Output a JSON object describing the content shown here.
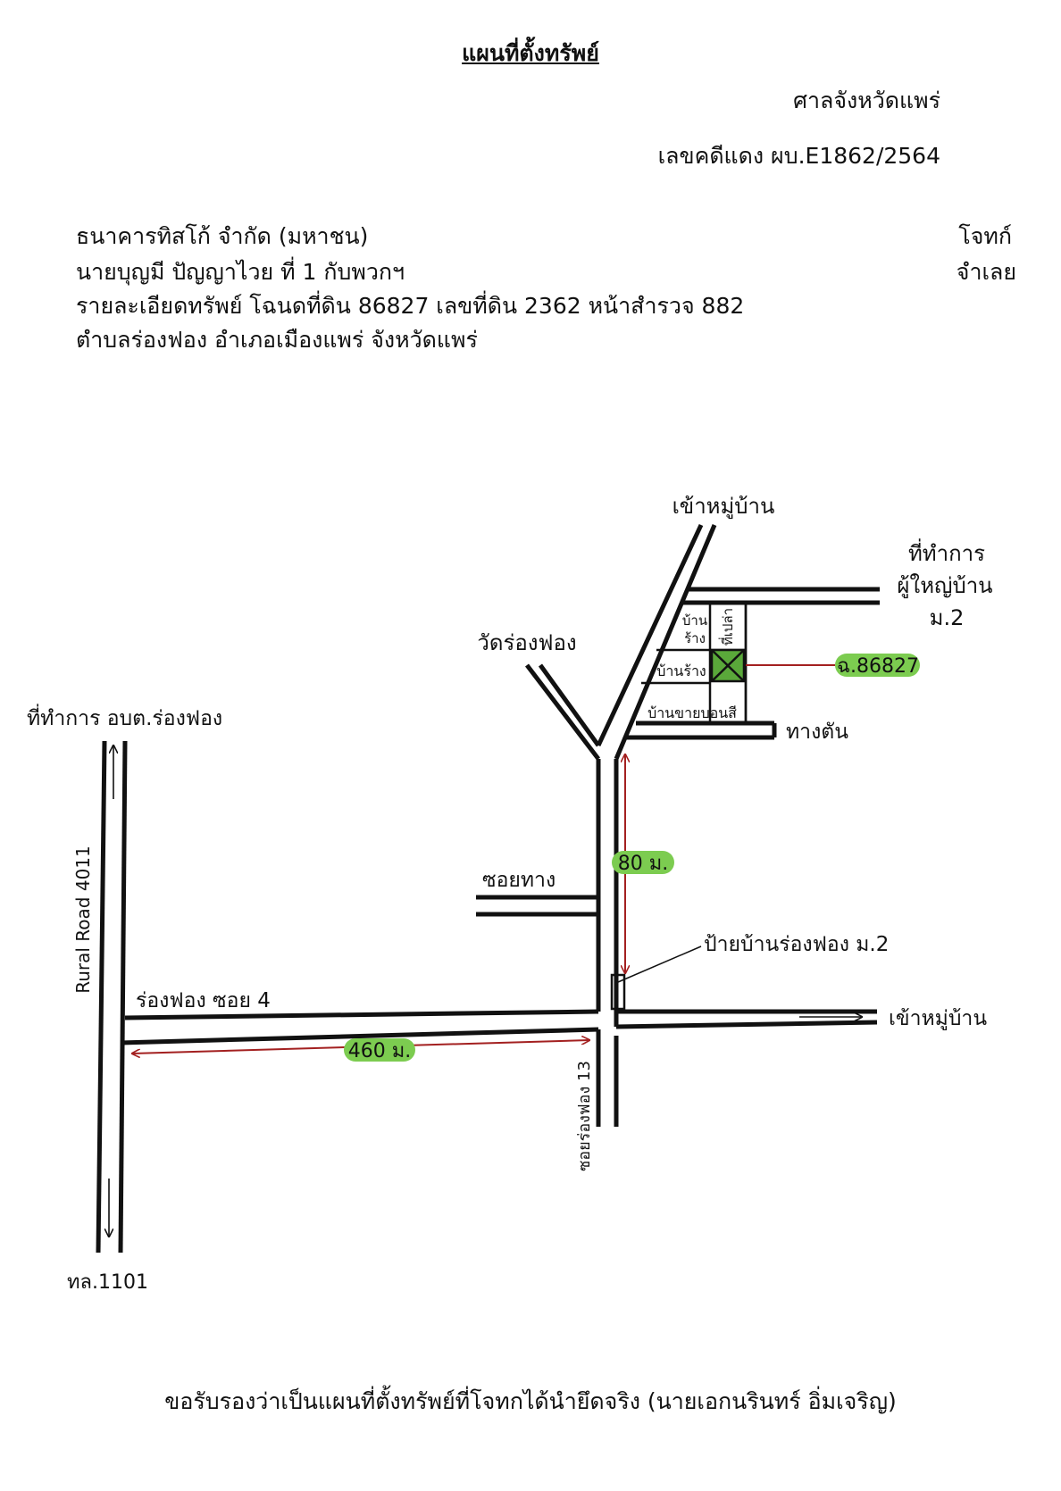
{
  "header": {
    "title": "แผนที่ตั้งทรัพย์",
    "court": "ศาลจังหวัดแพร่",
    "case_number": "เลขคดีแดง ผบ.E1862/2564"
  },
  "parties": {
    "plaintiff_name": "ธนาคารทิสโก้ จำกัด (มหาชน)",
    "plaintiff_role": "โจทก์",
    "defendant_name": "นายบุญมี ปัญญาไวย ที่ 1 กับพวกฯ",
    "defendant_role": "จำเลย",
    "property_detail": "รายละเอียดทรัพย์ โฉนดที่ดิน 86827 เลขที่ดิน 2362 หน้าสำรวจ 882",
    "location": "ตำบลร่องฟอง อำเภอเมืองแพร่ จังหวัดแพร่"
  },
  "map": {
    "to_village_north": "เข้าหมู่บ้าน",
    "headman_office_1": "ที่ทำการ",
    "headman_office_2": "ผู้ใหญ่บ้าน",
    "headman_office_3": "ม.2",
    "temple": "วัดร่องฟอง",
    "house_abandoned_1": "บ้าน",
    "house_abandoned_2": "ร้าง",
    "vacant_land": "ที่เปล่า",
    "house_abandoned": "บ้านร้าง",
    "deed_label": "ฉ.86827",
    "paint_shop": "บ้านขายบอนสี",
    "dead_end": "ทางตัน",
    "tao_office": "ที่ทำการ อบต.ร่องฟอง",
    "rural_road": "Rural Road 4011",
    "shortcut": "ซอยทาง",
    "dist_80": "80 ม.",
    "village_sign": "ป้ายบ้านร่องฟอง ม.2",
    "soi4": "ร่องฟอง ซอย 4",
    "to_village_east": "เข้าหมู่บ้าน",
    "dist_460": "460 ม.",
    "soi13": "ซอยร่องฟอง 13",
    "highway": "ทล.1101",
    "colors": {
      "road": "#111111",
      "arrow": "#a32020",
      "highlight": "#7ccc50",
      "parcel": "#5aa83a"
    }
  },
  "footer": {
    "certification": "ขอรับรองว่าเป็นแผนที่ตั้งทรัพย์ที่โจทกได้นำยึดจริง (นายเอกนรินทร์ อิ่มเจริญ)"
  }
}
